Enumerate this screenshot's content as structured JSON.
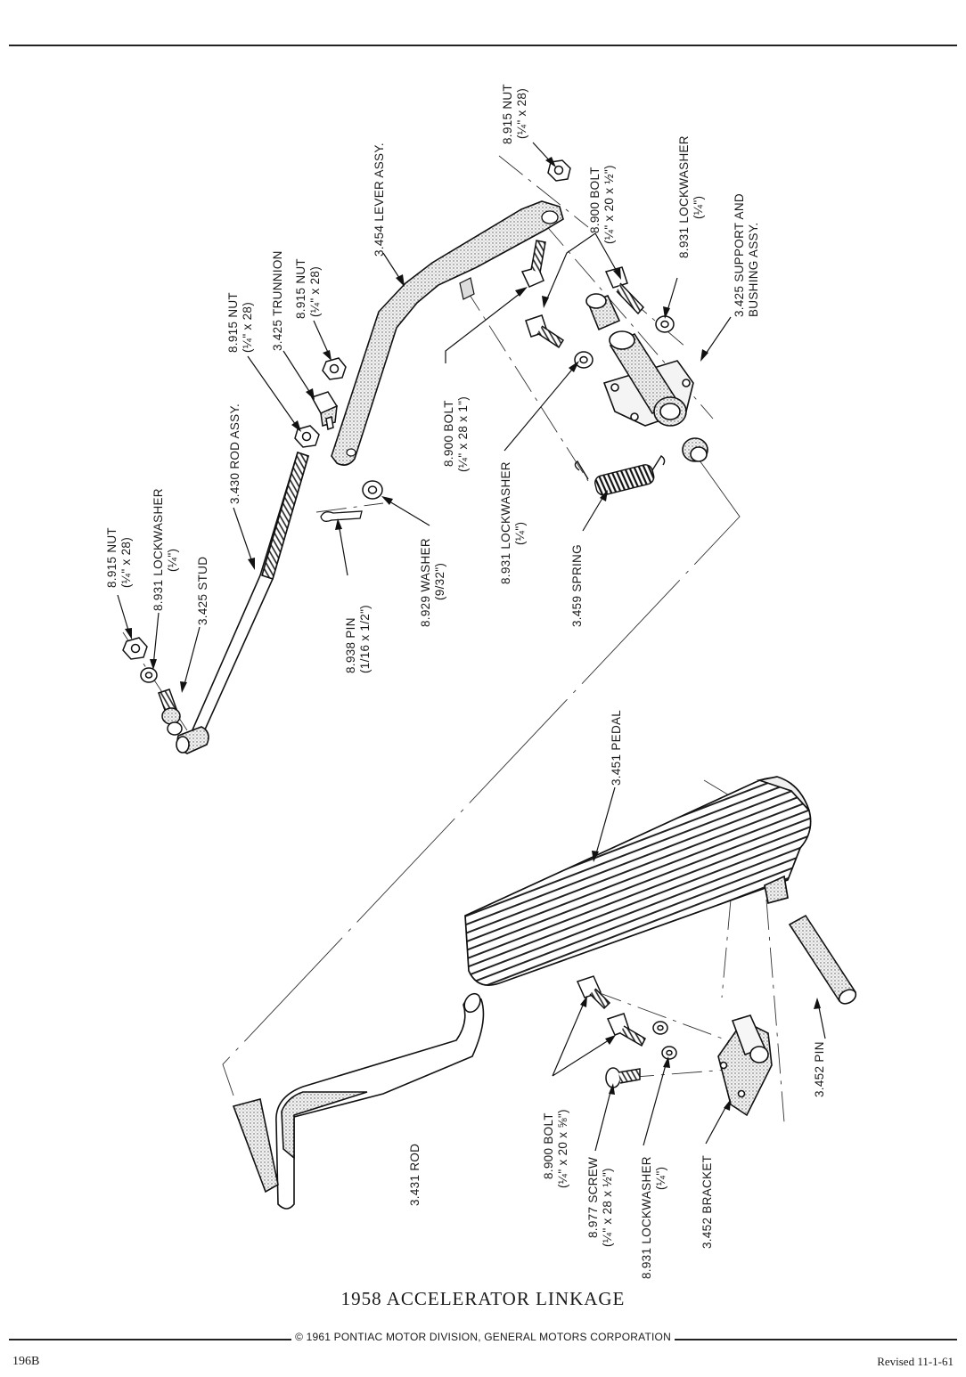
{
  "diagram": {
    "title": "1958 ACCELERATOR LINKAGE",
    "copyright": "© 1961 PONTIAC MOTOR DIVISION, GENERAL MOTORS CORPORATION",
    "page_number": "196B",
    "revised": "Revised 11-1-61",
    "labels": {
      "nut_top": [
        "8.915 NUT",
        "(¼\" x 28)"
      ],
      "lever_assy": [
        "3.454 LEVER ASSY."
      ],
      "bolt_top": [
        "8.900 BOLT",
        "(¼\" x 20 x ½\")"
      ],
      "lockwasher_top": [
        "8.931 LOCKWASHER",
        "(¼\")"
      ],
      "support_bushing": [
        "3.425 SUPPORT AND",
        "BUSHING ASSY."
      ],
      "nut_mid1": [
        "8.915 NUT",
        "(¼\" x 28)"
      ],
      "trunnion": [
        "3.425 TRUNNION"
      ],
      "nut_mid2": [
        "8.915 NUT",
        "(¼\" x 28)"
      ],
      "rod_assy": [
        "3.430 ROD ASSY."
      ],
      "nut_left": [
        "8.915 NUT",
        "(¼\" x 28)"
      ],
      "lockwasher_left": [
        "8.931 LOCKWASHER",
        "(¼\")"
      ],
      "stud": [
        "3.425 STUD"
      ],
      "pin_small": [
        "8.938 PIN",
        "(1/16 x 1/2\")"
      ],
      "washer": [
        "8.929 WASHER",
        "(9/32\")"
      ],
      "bolt_mid": [
        "8.900 BOLT",
        "(¼\" x 28 x 1\")"
      ],
      "lockwasher_mid": [
        "8.931 LOCKWASHER",
        "(¼\")"
      ],
      "spring": [
        "3.459 SPRING"
      ],
      "pedal": [
        "3.451 PEDAL"
      ],
      "rod_lower": [
        "3.431 ROD"
      ],
      "bolt_lower": [
        "8.900 BOLT",
        "(¼\" x 20 x ⅝\")"
      ],
      "screw": [
        "8.977 SCREW",
        "(¼\" x 28 x ½\")"
      ],
      "lockwasher_lower": [
        "8.931 LOCKWASHER",
        "(¼\")"
      ],
      "bracket": [
        "3.452 BRACKET"
      ],
      "pin_lower": [
        "3.452 PIN"
      ]
    }
  }
}
